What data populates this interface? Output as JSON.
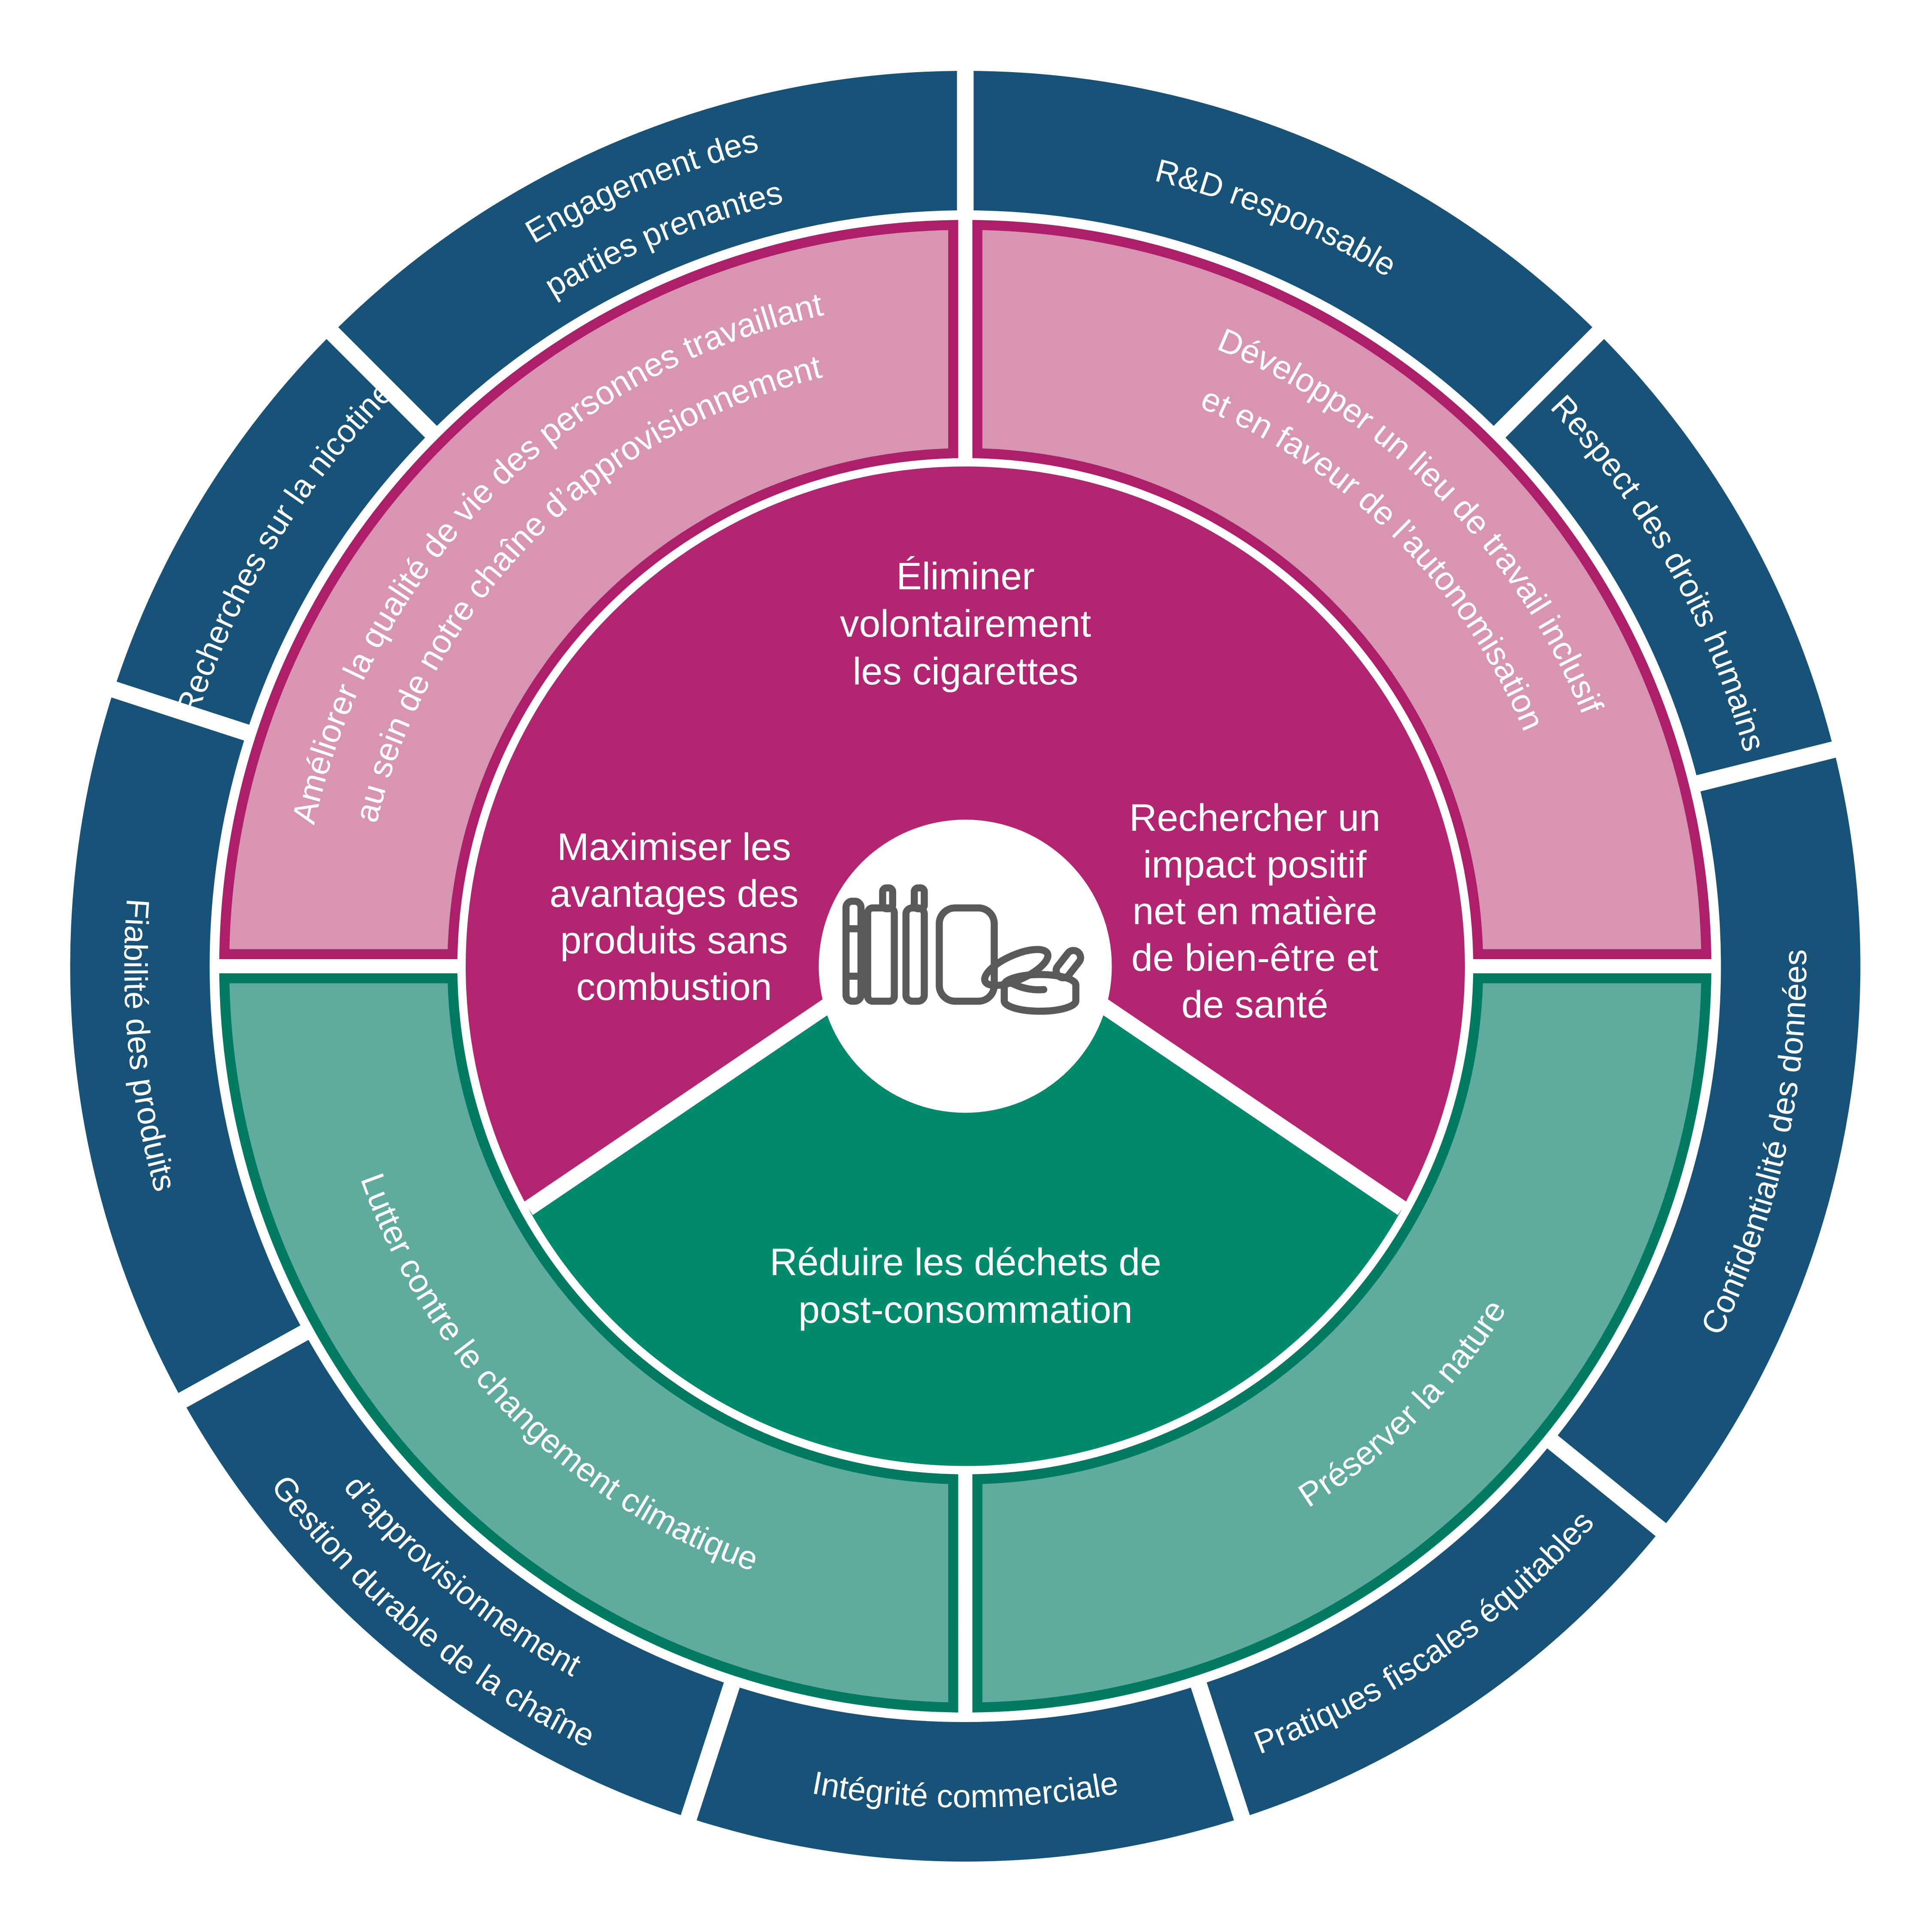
{
  "colors": {
    "navy": "#175278",
    "magenta": "#B22571",
    "pink_fill": "#D795B2",
    "pink_border": "#AD1F68",
    "teal_fill": "#5FAC9E",
    "teal_border": "#007A60",
    "green": "#008A6C",
    "icon": "#58595B",
    "text": "#FFFFFF",
    "background": "#FFFFFF"
  },
  "center": {
    "icon": "smoke-free-products-icon"
  },
  "inner_goals": [
    {
      "id": "eliminate-cigarettes",
      "lines": [
        "Éliminer",
        "volontairement",
        "les cigarettes"
      ]
    },
    {
      "id": "maximize-smoke-free-benefits",
      "lines": [
        "Maximiser les",
        "avantages des",
        "produits sans",
        "combustion"
      ]
    },
    {
      "id": "net-positive-health-impact",
      "lines": [
        "Rechercher un",
        "impact positif",
        "net en matière",
        "de bien-être et",
        "de santé"
      ]
    },
    {
      "id": "reduce-post-consumer-waste",
      "lines": [
        "Réduire les déchets de",
        "post-consommation"
      ]
    }
  ],
  "middle_ring": [
    {
      "id": "supply-chain-quality-of-life",
      "theme": "pink",
      "lines": [
        "Améliorer la qualité de vie des personnes travaillant",
        "au sein de notre chaîne d’approvisionnement"
      ]
    },
    {
      "id": "inclusive-empowering-workplace",
      "theme": "pink",
      "lines": [
        "Développer un lieu de travail inclusif",
        "et en faveur de l’autonomisation"
      ]
    },
    {
      "id": "climate-change",
      "theme": "teal",
      "lines": [
        "Lutter contre le changement climatique"
      ]
    },
    {
      "id": "preserve-nature",
      "theme": "teal",
      "lines": [
        "Préserver la nature"
      ]
    }
  ],
  "outer_ring": [
    {
      "id": "stakeholder-engagement",
      "lines": [
        "Engagement des",
        "parties prenantes"
      ]
    },
    {
      "id": "responsible-rd",
      "lines": [
        "R&D responsable"
      ]
    },
    {
      "id": "human-rights",
      "lines": [
        "Respect des droits humains"
      ]
    },
    {
      "id": "data-privacy",
      "lines": [
        "Confidentialité des données"
      ]
    },
    {
      "id": "fair-fiscal-practices",
      "lines": [
        "Pratiques fiscales équitables"
      ]
    },
    {
      "id": "business-integrity",
      "lines": [
        "Intégrité commerciale"
      ]
    },
    {
      "id": "sustainable-supply-chain",
      "lines": [
        "Gestion durable de la chaîne",
        "d’approvisionnement"
      ]
    },
    {
      "id": "product-reliability",
      "lines": [
        "Fiabilité des produits"
      ]
    },
    {
      "id": "nicotine-research",
      "lines": [
        "Recherches sur la nicotine"
      ]
    }
  ]
}
